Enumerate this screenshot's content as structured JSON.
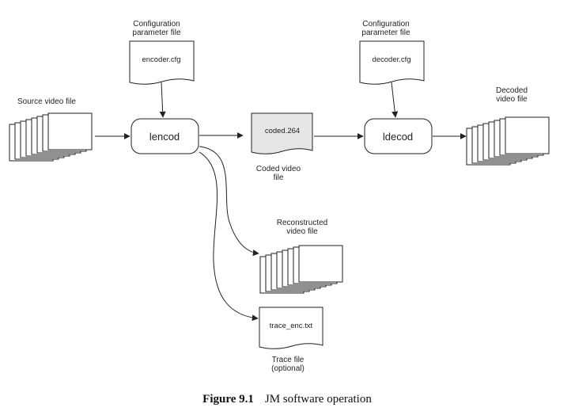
{
  "diagram": {
    "source": {
      "label": "Source video file"
    },
    "encoder_config": {
      "heading_line1": "Configuration",
      "heading_line2": "parameter file",
      "filename": "encoder.cfg"
    },
    "encoder": {
      "label": "lencod"
    },
    "coded": {
      "filename": "coded.264",
      "label_line1": "Coded video",
      "label_line2": "file"
    },
    "decoder_config": {
      "heading_line1": "Configuration",
      "heading_line2": "parameter file",
      "filename": "decoder.cfg"
    },
    "decoder": {
      "label": "ldecod"
    },
    "decoded": {
      "label_line1": "Decoded",
      "label_line2": "video file"
    },
    "reconstructed": {
      "label_line1": "Reconstructed",
      "label_line2": "video file"
    },
    "trace": {
      "filename": "trace_enc.txt",
      "label_line1": "Trace file",
      "label_line2": "(optional)"
    }
  },
  "caption": {
    "figure": "Figure 9.1",
    "title": "JM software operation"
  },
  "colors": {
    "stroke": "#222222",
    "coded_fill": "#e6e6e6",
    "background": "#ffffff"
  }
}
